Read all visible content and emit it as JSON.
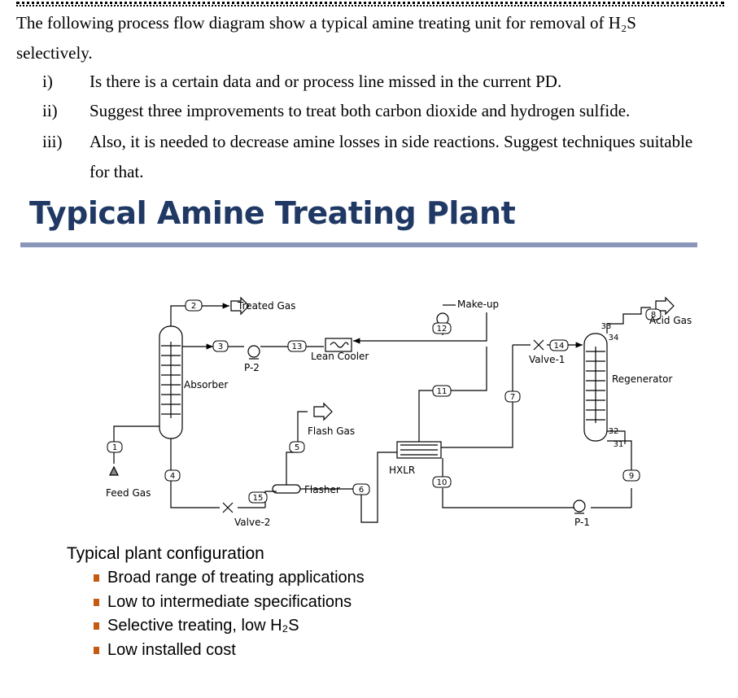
{
  "document": {
    "intro_line1": "The following process flow diagram show a typical amine treating unit for removal of H₂S",
    "intro_line2": "selectively.",
    "questions": [
      {
        "num": "i)",
        "text": "Is there is a certain data and or process line missed in the current PD."
      },
      {
        "num": "ii)",
        "text": "Suggest three improvements to treat both carbon dioxide and hydrogen sulfide."
      },
      {
        "num": "iii)",
        "text": "Also, it is needed to decrease amine losses in side reactions. Suggest techniques suitable"
      },
      {
        "num": "",
        "text": "for that."
      }
    ]
  },
  "slide": {
    "title": "Typical Amine Treating Plant",
    "title_color": "#1f3864",
    "rule_color": "#8b97ba",
    "bullet_color": "#c55a11"
  },
  "diagram": {
    "labels": {
      "treated_gas": "Treated Gas",
      "acid_gas": "Acid Gas",
      "make_up": "Make-up",
      "lean_cooler": "Lean Cooler",
      "absorber": "Absorber",
      "p2": "P-2",
      "p1": "P-1",
      "valve1": "Valve-1",
      "valve2": "Valve-2",
      "regenerator": "Regenerator",
      "flash_gas": "Flash Gas",
      "flasher": "Flasher",
      "hxlr": "HXLR",
      "feed_gas": "Feed Gas"
    },
    "streams": [
      "1",
      "2",
      "3",
      "4",
      "5",
      "6",
      "7",
      "8",
      "9",
      "10",
      "11",
      "12",
      "13",
      "14",
      "15"
    ],
    "small_tags": [
      "33",
      "34",
      "32",
      "31"
    ]
  },
  "config": {
    "heading": "Typical plant configuration",
    "items": [
      "Broad range of treating applications",
      "Low to intermediate specifications",
      "Selective treating, low H₂S",
      "Low installed cost"
    ]
  }
}
